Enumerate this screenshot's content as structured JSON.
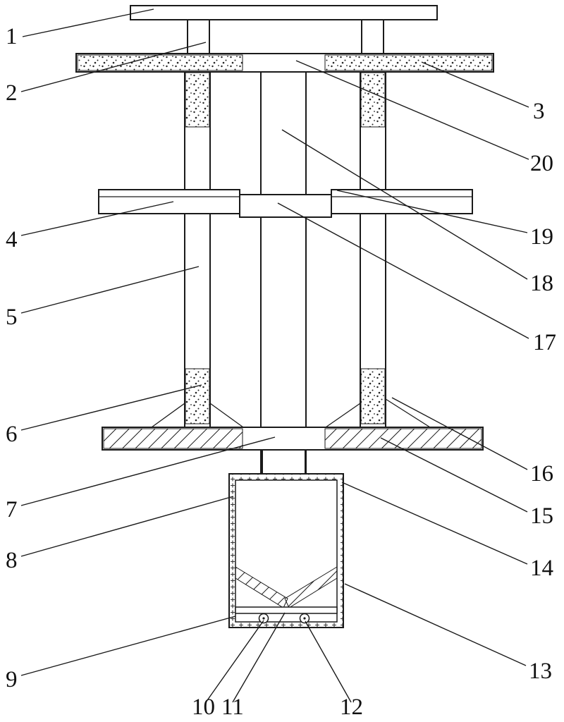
{
  "figure": {
    "background": "#ffffff",
    "line_color": "#1a1a1a",
    "labels": [
      "1",
      "2",
      "3",
      "4",
      "5",
      "6",
      "7",
      "8",
      "9",
      "10",
      "11",
      "12",
      "13",
      "14",
      "15",
      "16",
      "17",
      "18",
      "19",
      "20"
    ]
  }
}
